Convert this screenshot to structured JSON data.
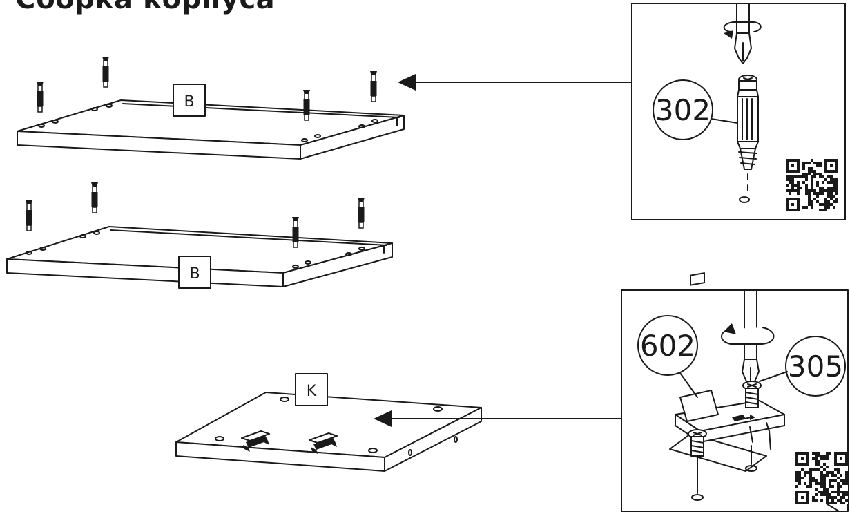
{
  "title": "Сборка корпуса",
  "panels": [
    {
      "label": "B"
    },
    {
      "label": "B"
    },
    {
      "label": "K"
    }
  ],
  "details": {
    "top": {
      "part_number": "302"
    },
    "bottom": {
      "part_numbers": [
        "602",
        "305"
      ]
    }
  },
  "colors": {
    "ink": "#1a1a1a",
    "paper": "#ffffff"
  },
  "icons": [
    "arrow-left-icon",
    "screwdriver-icon",
    "rotation-arrow-icon",
    "qr-code-icon",
    "confirmat-screw-icon",
    "hinge-mounting-plate-icon"
  ]
}
